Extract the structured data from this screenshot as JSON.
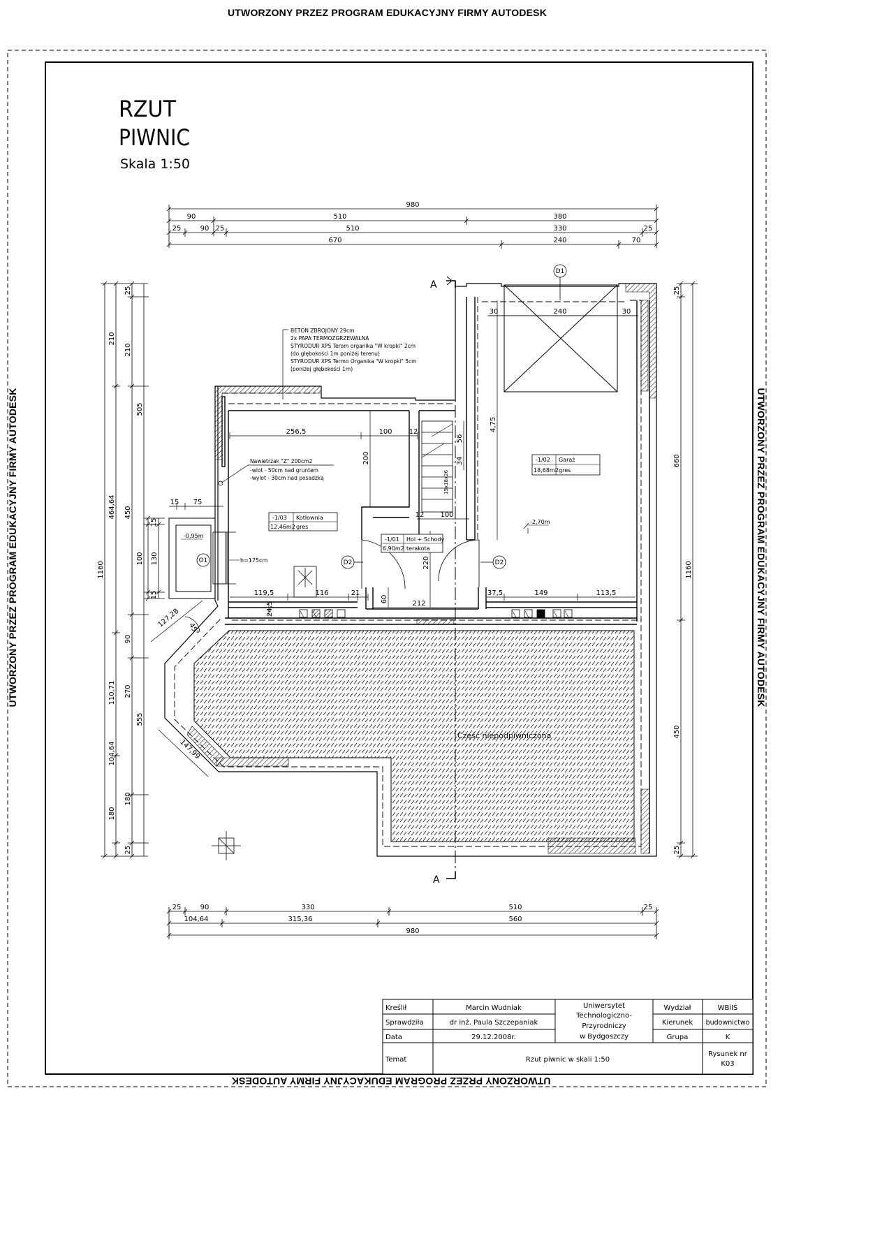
{
  "watermark": {
    "text": "UTWORZONY PRZEZ PROGRAM EDUKACYJNY FIRMY AUTODESK"
  },
  "drawing": {
    "title_line1": "RZUT",
    "title_line2": "PIWNIC",
    "scale": "Skala 1:50"
  },
  "dims_top": {
    "r1": [
      "980"
    ],
    "r2": [
      "90",
      "510",
      "380"
    ],
    "r3": [
      "25",
      "90",
      "25",
      "510",
      "330",
      "25"
    ],
    "r4": [
      "670",
      "240",
      "70"
    ]
  },
  "dims_bottom": {
    "r1": [
      "25",
      "90",
      "330",
      "510",
      "25"
    ],
    "r2": [
      "104,64",
      "315,36",
      "560"
    ],
    "r3": [
      "980"
    ]
  },
  "dims_left": {
    "c1": [
      "1160"
    ],
    "c2": [
      "210",
      "464,64",
      "110,71",
      "104,64",
      "180"
    ],
    "c3": [
      "25",
      "210",
      "505",
      "450",
      "90",
      "270",
      "555",
      "180",
      "25"
    ],
    "c4": [
      "15",
      "100",
      "15"
    ],
    "c5": [
      "130"
    ]
  },
  "dims_right": {
    "c1": [
      "25",
      "660",
      "1160",
      "450",
      "25"
    ]
  },
  "dims_interior": {
    "d240": "240",
    "d30a": "30",
    "d30b": "30",
    "d256": "256,5",
    "d100a": "100",
    "d12a": "12",
    "d200": "200",
    "d56": "56",
    "d34": "34",
    "d475": "4,75",
    "d12b": "12",
    "d100b": "100",
    "d220": "220",
    "d60": "60",
    "d212": "212",
    "d1195": "119,5",
    "d116": "116",
    "d21": "21",
    "d245": "24,5",
    "d375": "37,5",
    "d149": "149",
    "d1135": "113,5",
    "d15": "15",
    "d75": "75",
    "d12728": "127,28",
    "d45": "45°",
    "d14799": "147,99"
  },
  "annotations": {
    "layers": [
      "BETON ZBROJONY 29cm",
      "2x PAPA TERMOZGRZEWALNA",
      "STYRODUR XPS Terom organika \"W kropki\" 2cm",
      "(do głębokości 1m poniżej terenu)",
      "STYRODUR XPS Termo Organika \"W kropki\" 5cm",
      "(poniżej głębokości 1m)"
    ],
    "vent": [
      "Nawietrzak \"Z\" 200cm2",
      "-wlot - 50cm nad gruntem",
      "-wylot - 30cm nad posadzką"
    ],
    "stairs": "15x18x26",
    "level_095": "-0,95m",
    "level_270": "-2,70m",
    "h175": "h=175cm",
    "section_mark": "A",
    "unbasemented": "Część niepodpiwniczona",
    "door_d1": "D1",
    "door_d2": "D2",
    "window_o1": "O1"
  },
  "rooms": [
    {
      "num": "-1/03",
      "name": "Kotłownia",
      "area": "12,46m2",
      "floor": "gres"
    },
    {
      "num": "-1/01",
      "name": "Hol + Schody",
      "area": "6,90m2",
      "floor": "terakota"
    },
    {
      "num": "-1/02",
      "name": "Garaż",
      "area": "18,68m2",
      "floor": "gres"
    }
  ],
  "title_block": {
    "drew_label": "Kreślił",
    "drew_value": "Marcin Wudniak",
    "checked_label": "Sprawdziła",
    "checked_value": "dr inż. Paula Szczepaniak",
    "date_label": "Data",
    "date_value": "29.12.2008r.",
    "university_l1": "Uniwersytet",
    "university_l2": "Technologiczno-",
    "university_l3": "Przyrodniczy",
    "university_l4": "w Bydgoszczy",
    "faculty_label": "Wydział",
    "faculty_value": "WBiIŚ",
    "major_label": "Kierunek",
    "major_value": "budownictwo",
    "group_label": "Grupa",
    "group_value": "K",
    "topic_label": "Temat",
    "topic_value": "Rzut piwnic w skali 1:50",
    "sheet_label": "Rysunek nr",
    "sheet_value": "K03"
  }
}
